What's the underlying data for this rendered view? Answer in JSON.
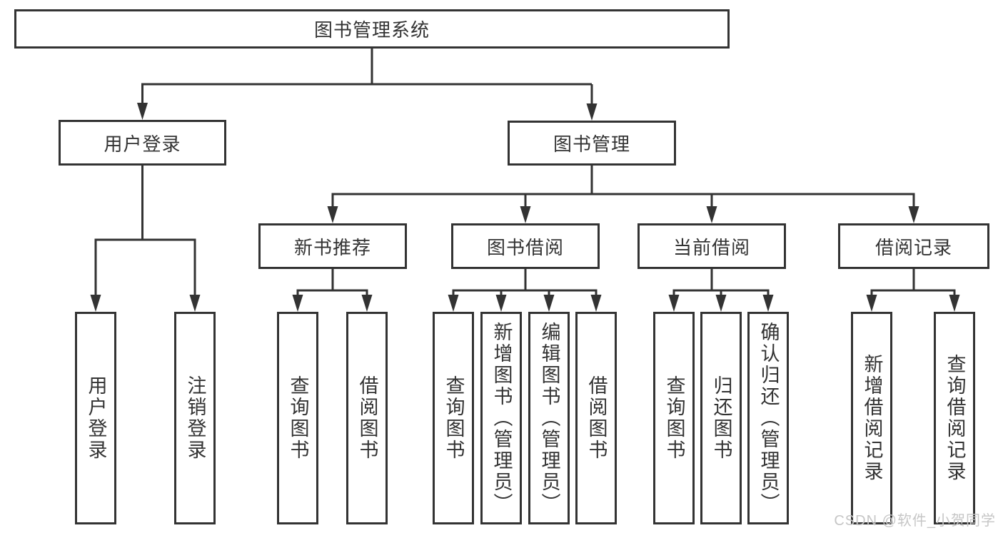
{
  "diagram": {
    "type": "tree",
    "root": {
      "label": "图书管理系统"
    },
    "branches": [
      {
        "label": "用户登录",
        "children": [
          {
            "label": "用户登录"
          },
          {
            "label": "注销登录"
          }
        ]
      },
      {
        "label": "图书管理",
        "children": [
          {
            "label": "新书推荐",
            "children": [
              {
                "label": "查询图书"
              },
              {
                "label": "借阅图书"
              }
            ]
          },
          {
            "label": "图书借阅",
            "children": [
              {
                "label": "查询图书"
              },
              {
                "label": "新增图书（管理员）"
              },
              {
                "label": "编辑图书（管理员）"
              },
              {
                "label": "借阅图书"
              }
            ]
          },
          {
            "label": "当前借阅",
            "children": [
              {
                "label": "查询图书"
              },
              {
                "label": "归还图书"
              },
              {
                "label": "确认归还（管理员）"
              }
            ]
          },
          {
            "label": "借阅记录",
            "children": [
              {
                "label": "新增借阅记录"
              },
              {
                "label": "查询借阅记录"
              }
            ]
          }
        ]
      }
    ]
  },
  "watermark": {
    "text": "CSDN @软件_小贺同学"
  },
  "colors": {
    "line": "#333333",
    "text": "#333333",
    "background": "#ffffff",
    "watermark": "#c6c6c6"
  }
}
